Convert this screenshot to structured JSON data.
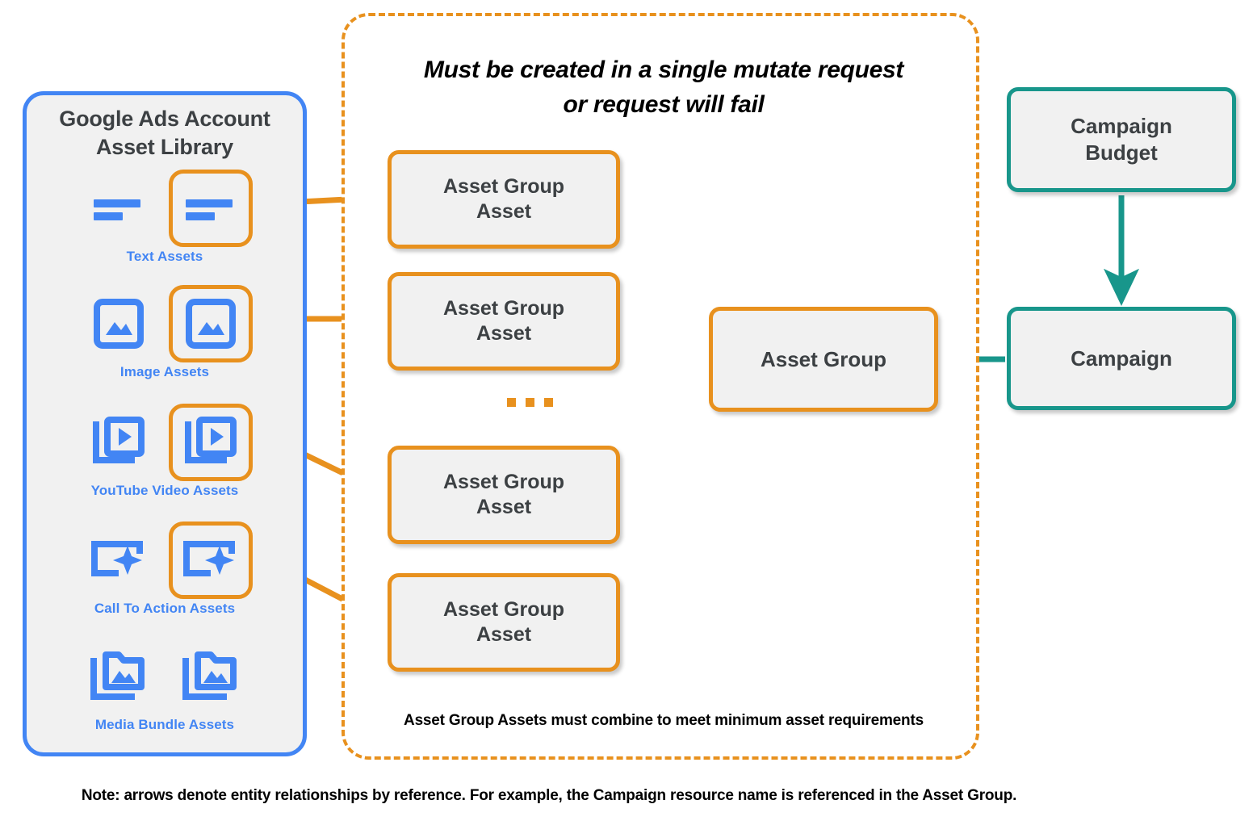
{
  "library": {
    "title": "Google Ads Account\nAsset Library",
    "title_line1": "Google Ads Account",
    "title_line2": "Asset Library",
    "accent_color": "#4285f4",
    "highlight_color": "#e8911e",
    "items": [
      {
        "label": "Text Assets",
        "icon": "text-asset-icon",
        "highlighted": true
      },
      {
        "label": "Image Assets",
        "icon": "image-asset-icon",
        "highlighted": true
      },
      {
        "label": "YouTube Video  Assets",
        "icon": "youtube-video-asset-icon",
        "highlighted": true
      },
      {
        "label": "Call To Action Assets",
        "icon": "call-to-action-asset-icon",
        "highlighted": true
      },
      {
        "label": "Media Bundle  Assets",
        "icon": "media-bundle-asset-icon",
        "highlighted": false
      }
    ]
  },
  "mutate_panel": {
    "title_line1": "Must be created in a single mutate request",
    "title_line2": "or request will fail",
    "footnote": "Asset Group Assets must combine to meet minimum asset requirements",
    "border_color": "#e8911e",
    "asset_group_assets": [
      {
        "label": "Asset Group\nAsset",
        "line1": "Asset Group",
        "line2": "Asset"
      },
      {
        "label": "Asset Group\nAsset",
        "line1": "Asset Group",
        "line2": "Asset"
      },
      {
        "label": "Asset Group\nAsset",
        "line1": "Asset Group",
        "line2": "Asset"
      },
      {
        "label": "Asset Group\nAsset",
        "line1": "Asset Group",
        "line2": "Asset"
      }
    ],
    "ellipsis": "..."
  },
  "nodes": {
    "asset_group": {
      "label": "Asset Group",
      "color": "#e8911e"
    },
    "campaign_budget": {
      "line1": "Campaign",
      "line2": "Budget",
      "color": "#18968b"
    },
    "campaign": {
      "label": "Campaign",
      "color": "#18968b"
    }
  },
  "footer": {
    "note": "Note: arrows denote entity relationships by reference. For example, the Campaign resource name is referenced in the Asset Group."
  },
  "colors": {
    "orange": "#e8911e",
    "blue": "#4285f4",
    "teal": "#18968b",
    "box_fill": "#f1f1f1",
    "text_dark": "#3c4043",
    "background": "#ffffff"
  }
}
